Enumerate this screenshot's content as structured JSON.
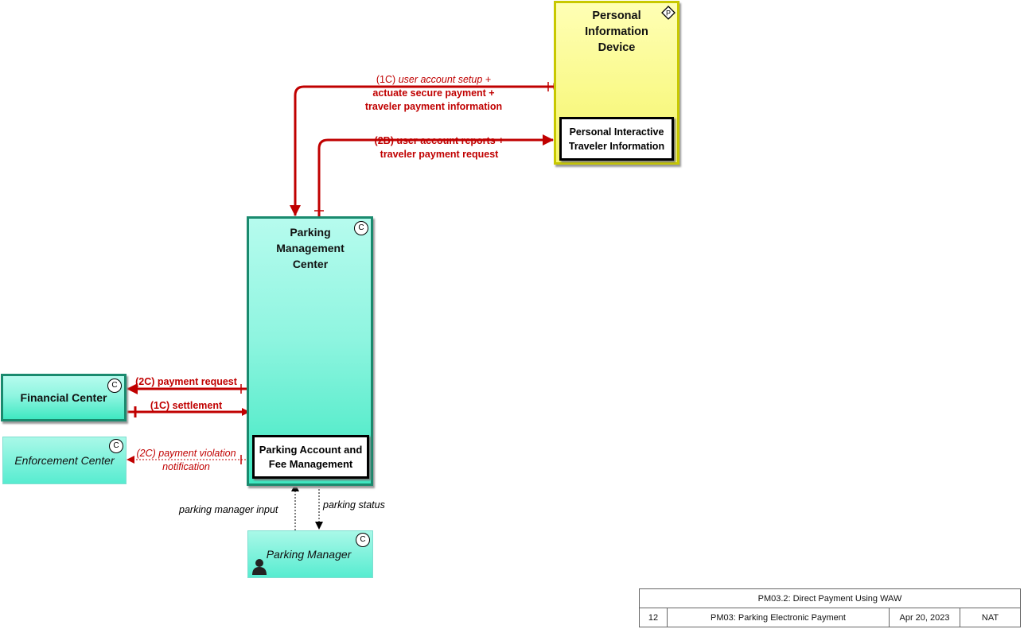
{
  "nodes": {
    "pid": {
      "title": "Personal Information Device",
      "badge": "P",
      "inner": "Personal Interactive Traveler Information"
    },
    "pmc": {
      "title": "Parking Management Center",
      "badge": "C",
      "inner": "Parking Account and Fee Management"
    },
    "financial": {
      "title": "Financial Center",
      "badge": "C"
    },
    "enforcement": {
      "title": "Enforcement Center",
      "badge": "C"
    },
    "parking_manager": {
      "title": "Parking Manager",
      "badge": "C"
    }
  },
  "flows": {
    "f1": {
      "prefix": "(1C)",
      "italic": "user account setup +",
      "rest1": "actuate secure payment +",
      "rest2": "traveler payment information"
    },
    "f2": {
      "line1": "(2B) user account reports +",
      "line2": "traveler payment request"
    },
    "f3": {
      "label": "(2C) payment request"
    },
    "f4": {
      "label": "(1C) settlement"
    },
    "f5": {
      "line1": "(2C) payment violation",
      "line2": "notification"
    },
    "f6": {
      "label": "parking manager input"
    },
    "f7": {
      "label": "parking status"
    }
  },
  "legend": {
    "title": "PM03.2: Direct Payment Using WAW",
    "number": "12",
    "package": "PM03: Parking Electronic Payment",
    "date": "Apr 20, 2023",
    "scope": "NAT"
  },
  "colors": {
    "flow_red": "#c00000",
    "center_green": "#3fe8c2",
    "device_yellow": "#f5f56a"
  }
}
